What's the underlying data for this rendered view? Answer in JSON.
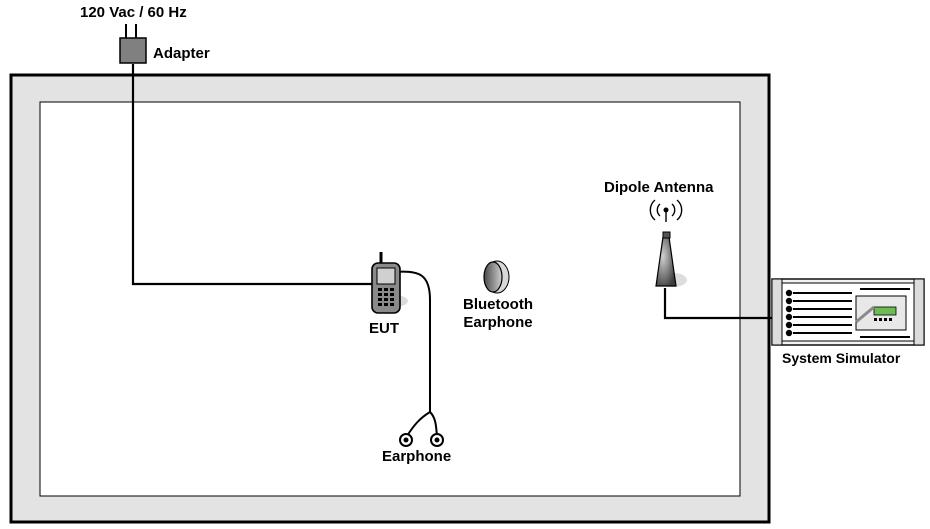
{
  "labels": {
    "power": "120 Vac / 60 Hz",
    "adapter": "Adapter",
    "dipole_antenna": "Dipole Antenna",
    "eut": "EUT",
    "bluetooth_line1": "Bluetooth",
    "bluetooth_line2": "Earphone",
    "earphone": "Earphone",
    "system_simulator": "System Simulator"
  },
  "icons": {
    "adapter": "power-adapter-icon",
    "phone": "mobile-phone-icon",
    "bluetooth": "bluetooth-earphone-icon",
    "earphone": "wired-earphone-icon",
    "antenna": "dipole-antenna-icon",
    "simulator": "system-simulator-icon"
  },
  "colors": {
    "chamber_fill": "#e3e3e3",
    "line": "#000000",
    "device_gray": "#777777",
    "screen_green": "#6dbb55"
  }
}
